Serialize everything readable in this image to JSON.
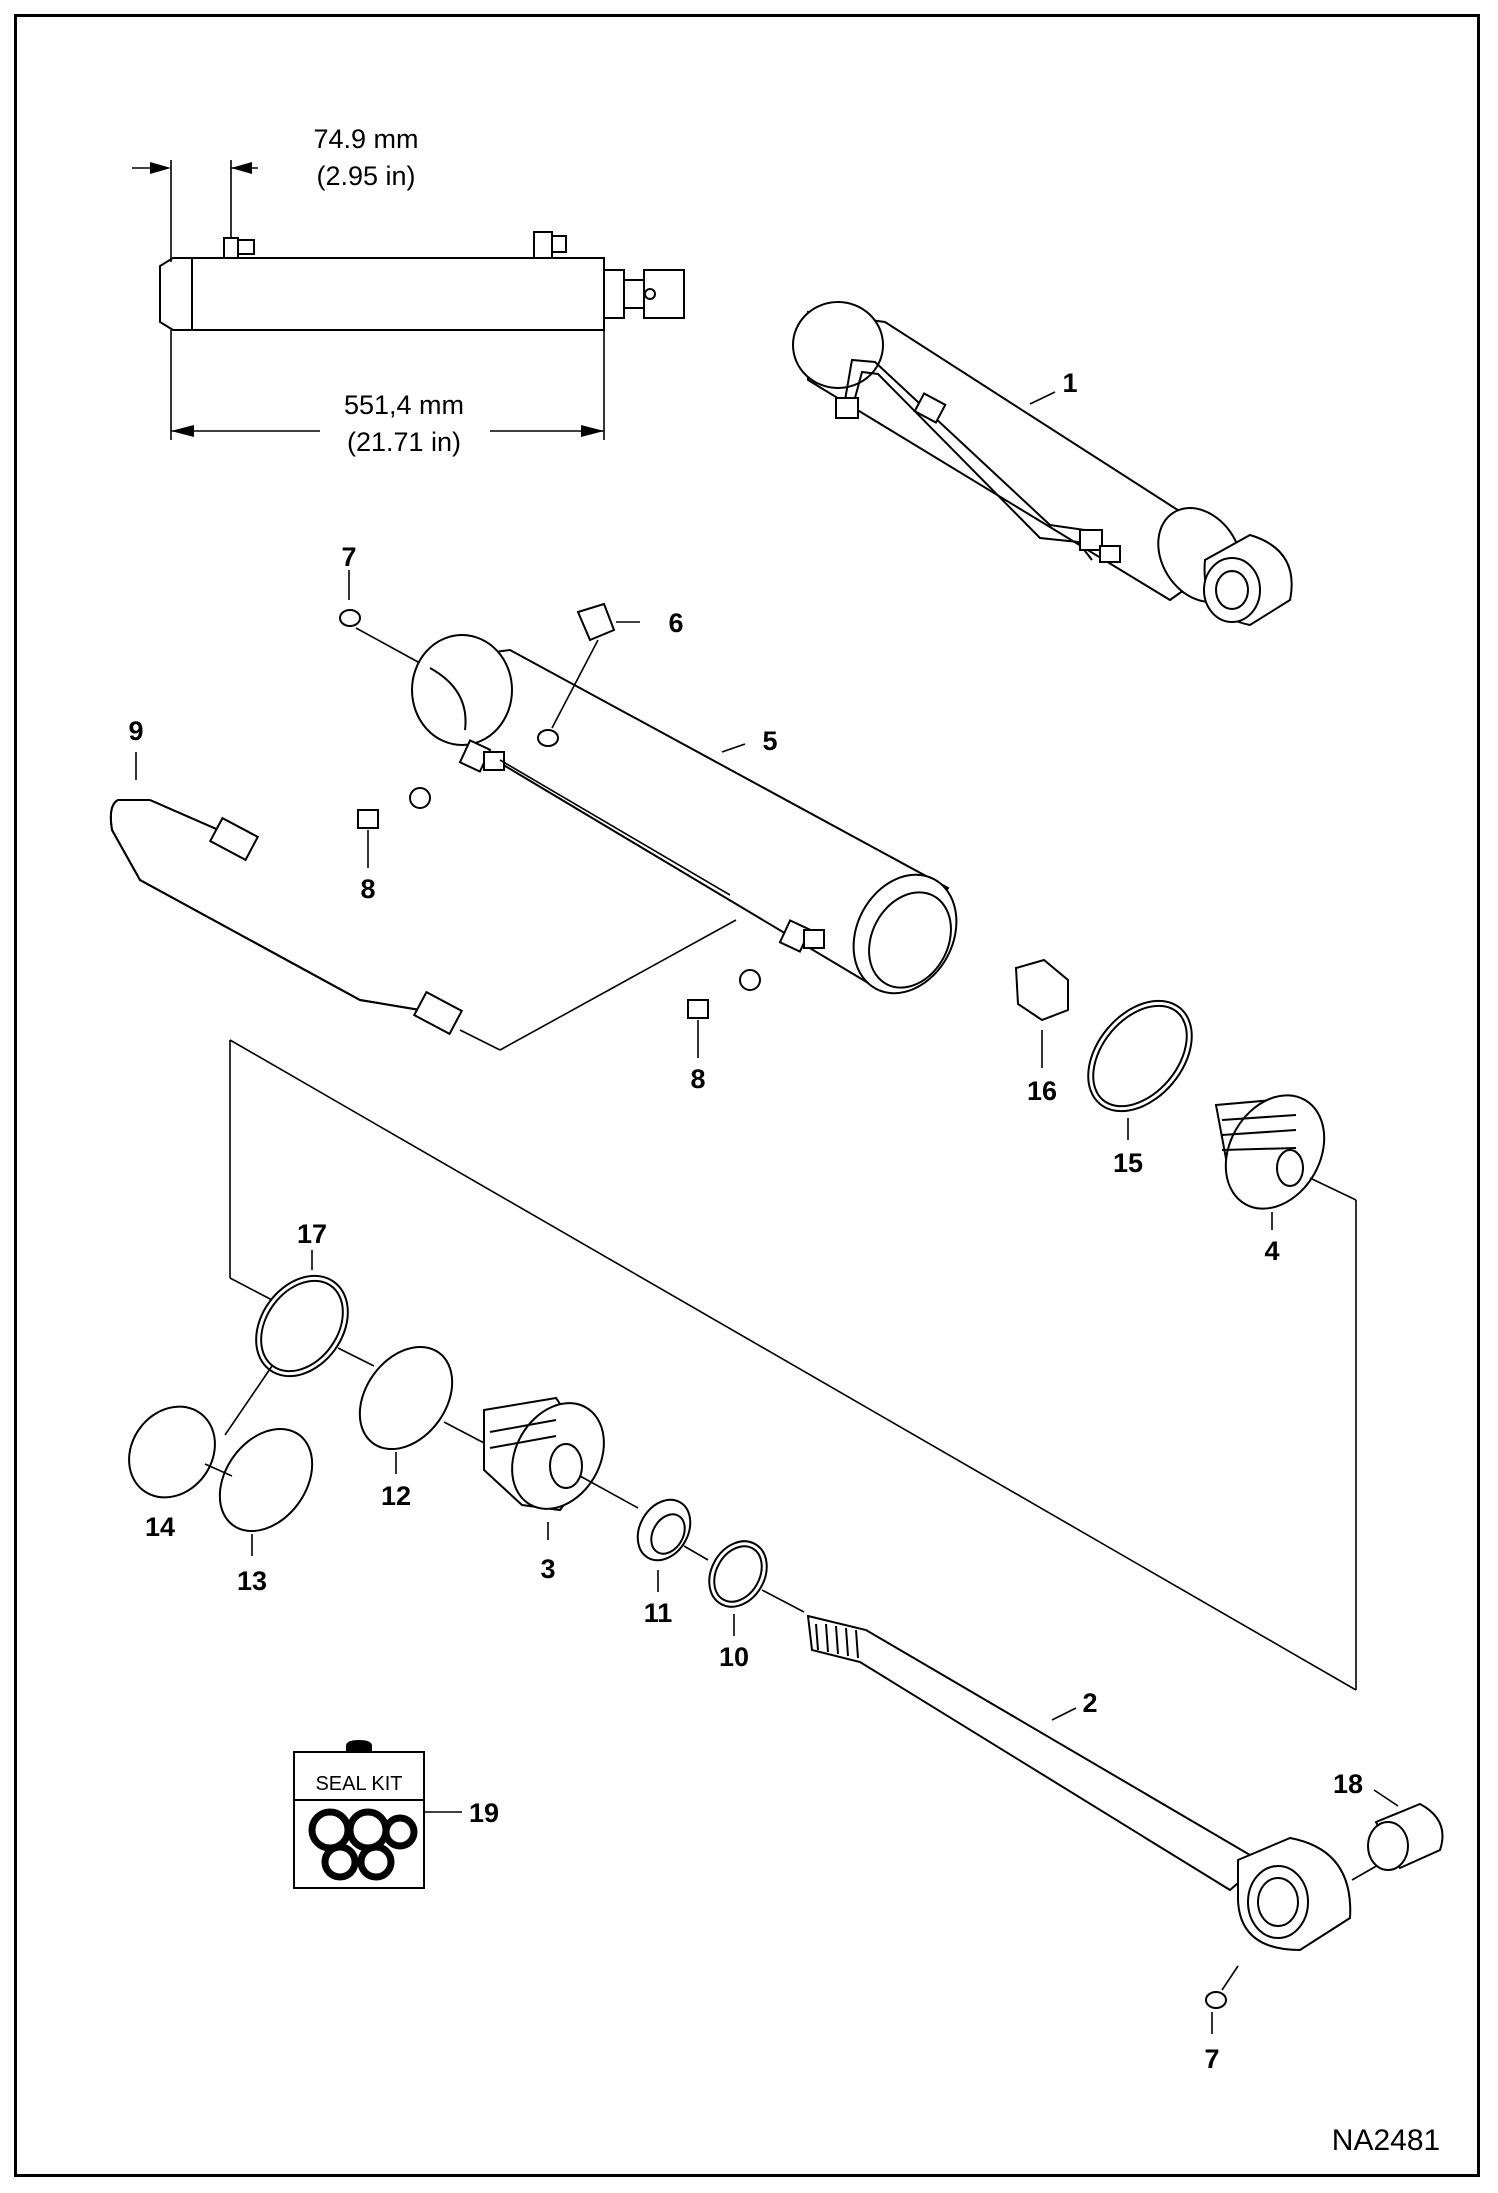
{
  "dimensions": {
    "short_mm": "74.9 mm",
    "short_in": "(2.95 in)",
    "long_mm": "551,4 mm",
    "long_in": "(21.71 in)"
  },
  "callouts": {
    "c1": "1",
    "c2": "2",
    "c3": "3",
    "c4": "4",
    "c5": "5",
    "c6": "6",
    "c7a": "7",
    "c7b": "7",
    "c8a": "8",
    "c8b": "8",
    "c9": "9",
    "c10": "10",
    "c11": "11",
    "c12": "12",
    "c13": "13",
    "c14": "14",
    "c15": "15",
    "c16": "16",
    "c17": "17",
    "c18": "18",
    "c19": "19"
  },
  "seal_kit_label": "SEAL KIT",
  "drawing_ref": "NA2481"
}
